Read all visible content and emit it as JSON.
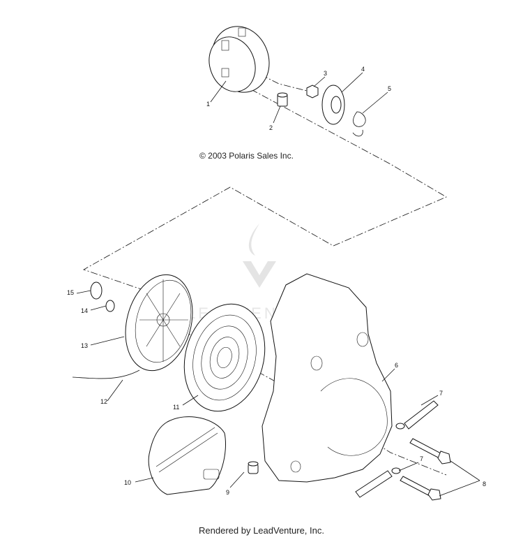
{
  "copyright": "© 2003 Polaris Sales Inc.",
  "footer": "Rendered by LeadVenture, Inc.",
  "watermark": "LEADVENTURE",
  "callouts": [
    {
      "id": "c1",
      "label": "1"
    },
    {
      "id": "c2",
      "label": "2"
    },
    {
      "id": "c3",
      "label": "3"
    },
    {
      "id": "c4",
      "label": "4"
    },
    {
      "id": "c5",
      "label": "5"
    },
    {
      "id": "c6",
      "label": "6"
    },
    {
      "id": "c7a",
      "label": "7"
    },
    {
      "id": "c7b",
      "label": "7"
    },
    {
      "id": "c8",
      "label": "8"
    },
    {
      "id": "c9",
      "label": "9"
    },
    {
      "id": "c10",
      "label": "10"
    },
    {
      "id": "c11",
      "label": "11"
    },
    {
      "id": "c12",
      "label": "12"
    },
    {
      "id": "c13",
      "label": "13"
    },
    {
      "id": "c14",
      "label": "14"
    },
    {
      "id": "c15",
      "label": "15"
    }
  ]
}
